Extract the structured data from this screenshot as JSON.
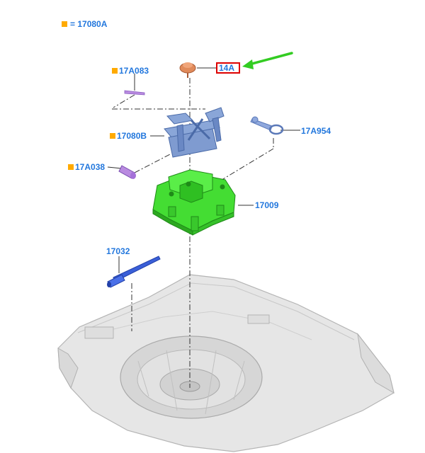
{
  "legend": {
    "text": "= 17080A",
    "marker_color": "#ffaa00"
  },
  "colors": {
    "label": "#2277dd",
    "marker": "#ffaa00",
    "leader": "#333333",
    "highlight_box": "#dd0000",
    "arrow": "#33cc22",
    "cap": "#e08a5a",
    "bracket": "#6f8fcc",
    "jack_base": "#44dd33",
    "handle": "#3a5fd8",
    "wrench": "#8fa8dd",
    "pin": "#b98ae0",
    "floor_pan": "#e4e4e4"
  },
  "parts": [
    {
      "id": "cap",
      "label": "14A",
      "highlighted": true,
      "icon": "screw-cap-icon"
    },
    {
      "id": "pin-top",
      "label": "17A083",
      "marker": true,
      "icon": "pin-icon"
    },
    {
      "id": "bracket",
      "label": "17080B",
      "marker": true,
      "icon": "bracket-icon"
    },
    {
      "id": "wrench",
      "label": "17A954",
      "marker": false,
      "icon": "wheel-wrench-icon"
    },
    {
      "id": "pin-lower",
      "label": "17A038",
      "marker": true,
      "icon": "bolt-icon"
    },
    {
      "id": "jack",
      "label": "17009",
      "marker": false,
      "icon": "jack-base-icon"
    },
    {
      "id": "handle",
      "label": "17032",
      "marker": false,
      "icon": "jack-handle-icon"
    }
  ]
}
